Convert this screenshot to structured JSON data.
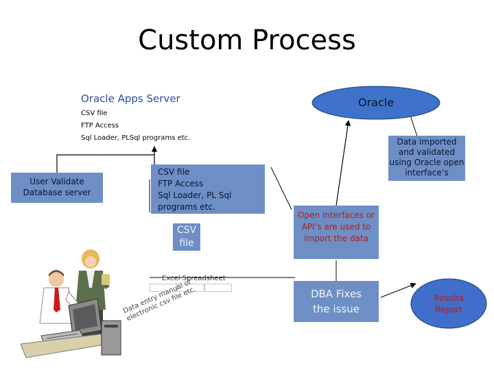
{
  "title": "Custom Process",
  "oracle_apps_server": {
    "heading": "Oracle Apps Server",
    "items": [
      "CSV file",
      "FTP Access",
      "Sql Loader, PLSql programs etc."
    ]
  },
  "oracle_db": {
    "label": "Oracle"
  },
  "data_imported_box": {
    "lines": [
      "Data imported",
      "and validated",
      "using Oracle open",
      "interface’s"
    ]
  },
  "user_validate_box": {
    "lines": [
      "User Validate",
      "Database server"
    ]
  },
  "csv_ftp_box": {
    "lines": [
      "CSV file",
      "FTP Access",
      "Sql Loader, PL Sql",
      "programs etc."
    ]
  },
  "csv_file_box": {
    "lines": [
      "CSV",
      "file"
    ]
  },
  "open_interfaces_box": {
    "lines": [
      "Open Interfaces or",
      "API’s are used to",
      "import the data"
    ]
  },
  "dba_fixes_box": {
    "lines": [
      "DBA Fixes",
      "the issue"
    ]
  },
  "results_report": {
    "lines": [
      "Results",
      "Report"
    ]
  },
  "spreadsheet": {
    "label": "Excel Spreadsheet"
  },
  "data_entry_text": {
    "lines": [
      "Data entry manual or",
      "electronic csv file etc."
    ]
  },
  "colors": {
    "box_fill": "#6d8fc6",
    "oracle_fill": "#3f73c9",
    "results_fill": "#3f6fcb"
  }
}
